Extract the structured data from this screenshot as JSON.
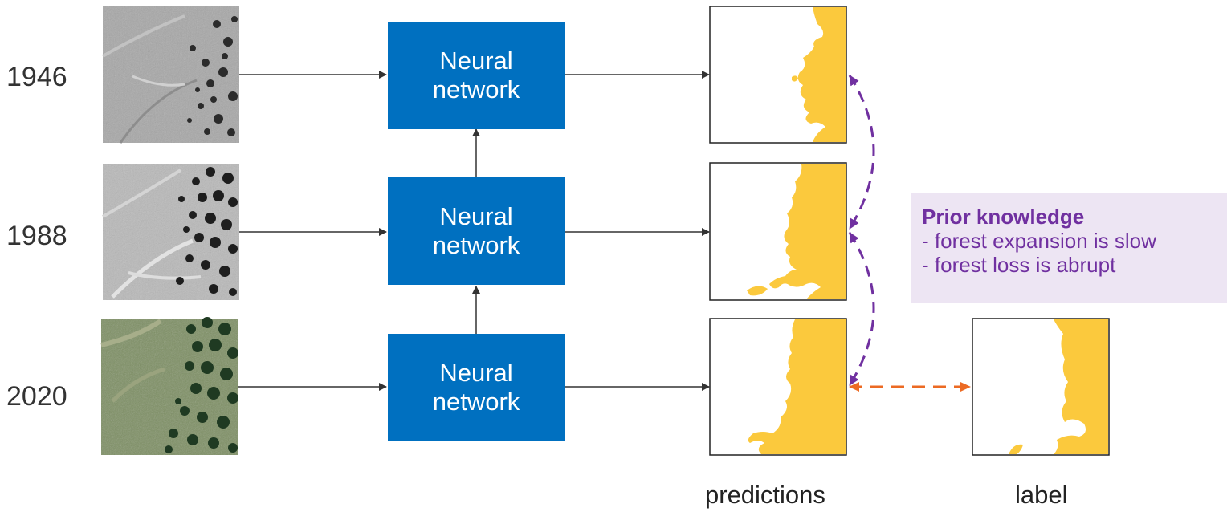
{
  "rows": [
    {
      "year": "1946",
      "network_label": "Neural network"
    },
    {
      "year": "1988",
      "network_label": "Neural network"
    },
    {
      "year": "2020",
      "network_label": "Neural network"
    }
  ],
  "prior_knowledge": {
    "title": "Prior knowledge",
    "lines": [
      "- forest expansion is slow",
      "- forest loss is abrupt"
    ]
  },
  "captions": {
    "predictions": "predictions",
    "label": "label"
  },
  "colors": {
    "network_box": "#0070c0",
    "forest_mask": "#fbc93d",
    "temporal_arrow": "#7030a0",
    "label_arrow": "#ec6a23",
    "knowledge_box": "#ede5f3",
    "flow_arrow": "#333333"
  }
}
